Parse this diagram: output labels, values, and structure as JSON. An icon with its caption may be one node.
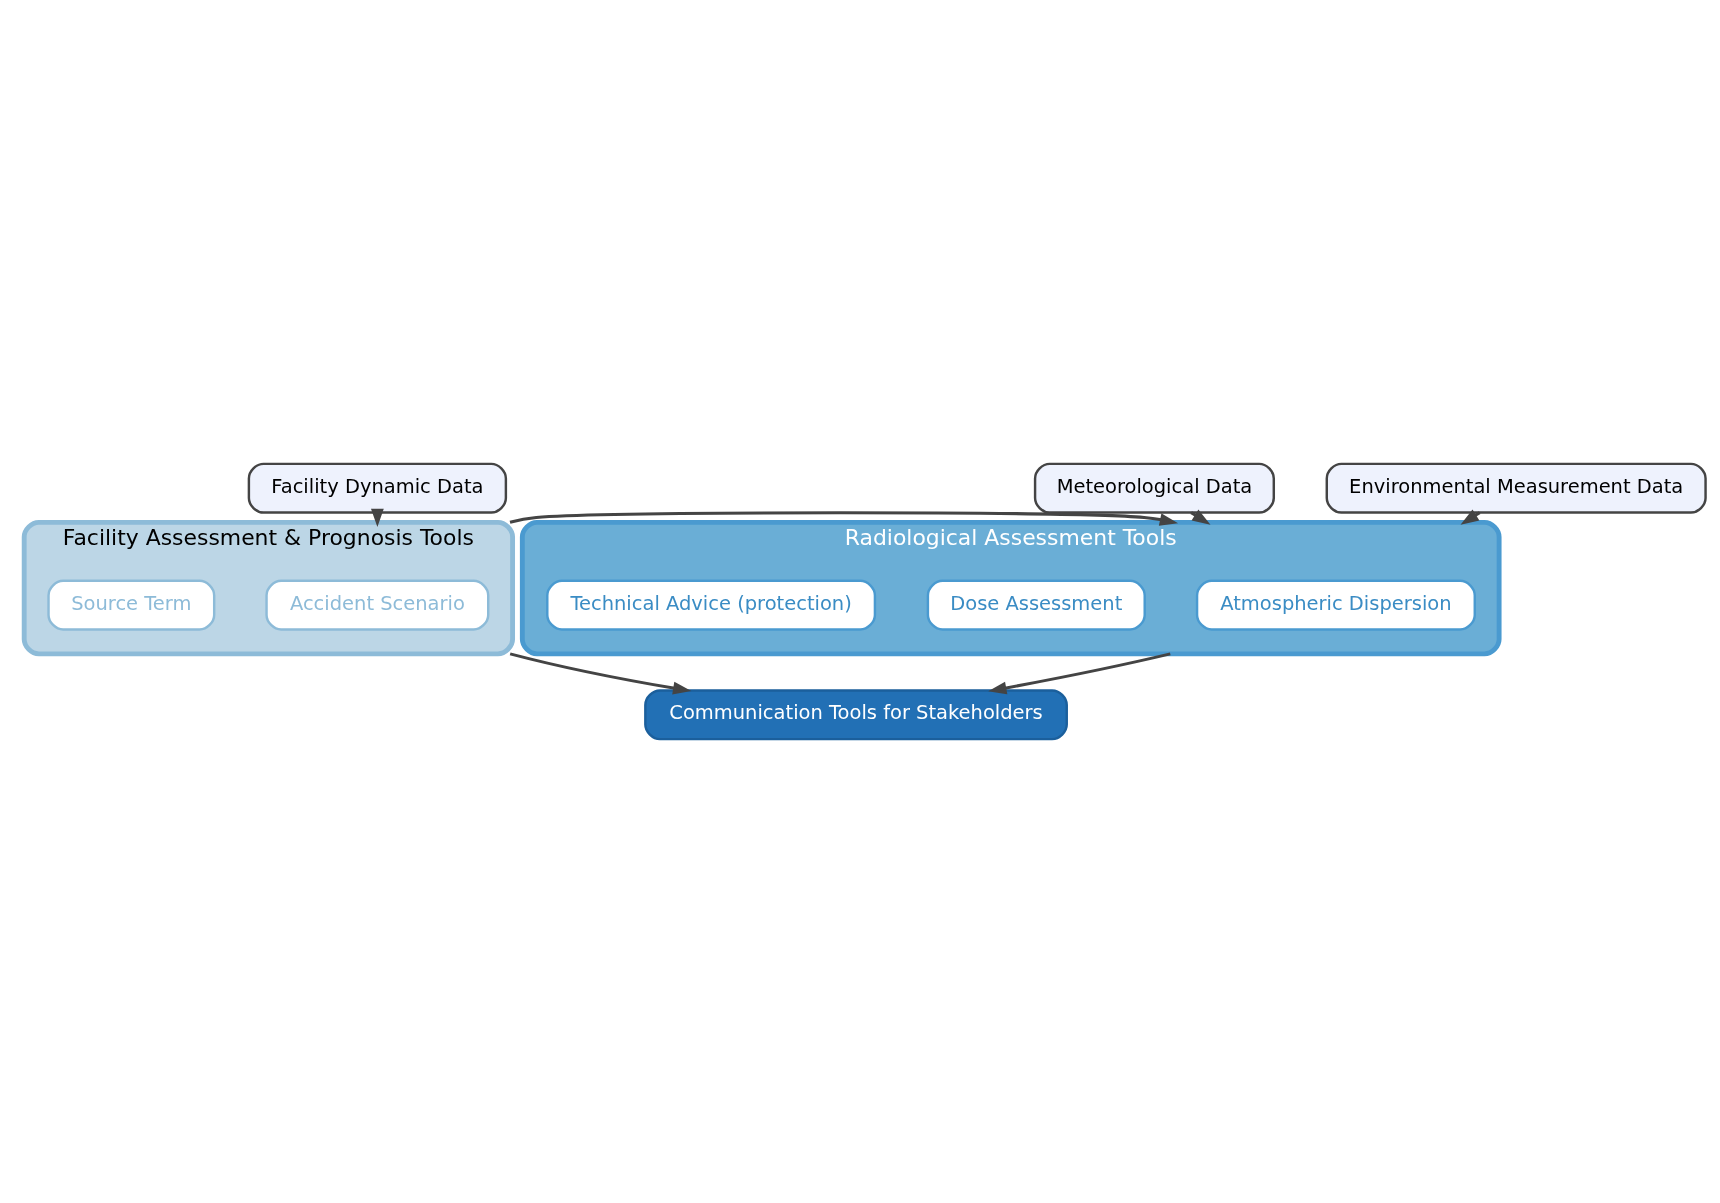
{
  "diagram": {
    "nodes": [
      {
        "text": [
          "Facility Dynamic Data"
        ]
      },
      {
        "text": [
          "Meteorological Data"
        ]
      },
      {
        "text": [
          "Environmental Measurement Data"
        ]
      },
      {
        "text": [
          "Facility Assessment & Prognosis Tools"
        ]
      },
      {
        "text": [
          "Accident Scenario"
        ],
        "in": 3
      },
      {
        "text": [
          "Source Term"
        ],
        "in": 3
      },
      {
        "text": [
          "Radiological Assessment Tools"
        ]
      },
      {
        "text": [
          "Atmospheric Dispersion"
        ],
        "in": 6
      },
      {
        "text": [
          "Dose Assessment"
        ],
        "in": 6
      },
      {
        "text": [
          "Technical Advice (protection)"
        ],
        "in": 6
      },
      {
        "text": [
          "Communication Tools for Stakeholders"
        ]
      }
    ],
    "edges": [
      {
        "from": 0,
        "to": 3,
        "arrow": "to"
      },
      {
        "from": 1,
        "to": 6,
        "arrow": "to"
      },
      {
        "from": 2,
        "to": 6,
        "arrow": "to"
      },
      {
        "from": 3,
        "to": 6,
        "arrow": "to"
      },
      {
        "from": 3,
        "to": 10,
        "arrow": "to"
      },
      {
        "from": 6,
        "to": 10,
        "arrow": "to"
      }
    ]
  }
}
